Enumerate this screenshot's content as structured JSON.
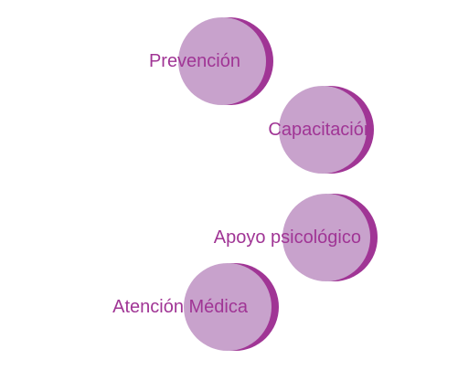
{
  "colors": {
    "circle_fill": "#c8a2cc",
    "circle_shadow": "#a03595",
    "label_text": "#a03595"
  },
  "diagram": {
    "items": [
      {
        "label": "Prevención"
      },
      {
        "label": "Capacitación"
      },
      {
        "label": "Apoyo psicológico"
      },
      {
        "label": "Atención Médica"
      }
    ]
  }
}
